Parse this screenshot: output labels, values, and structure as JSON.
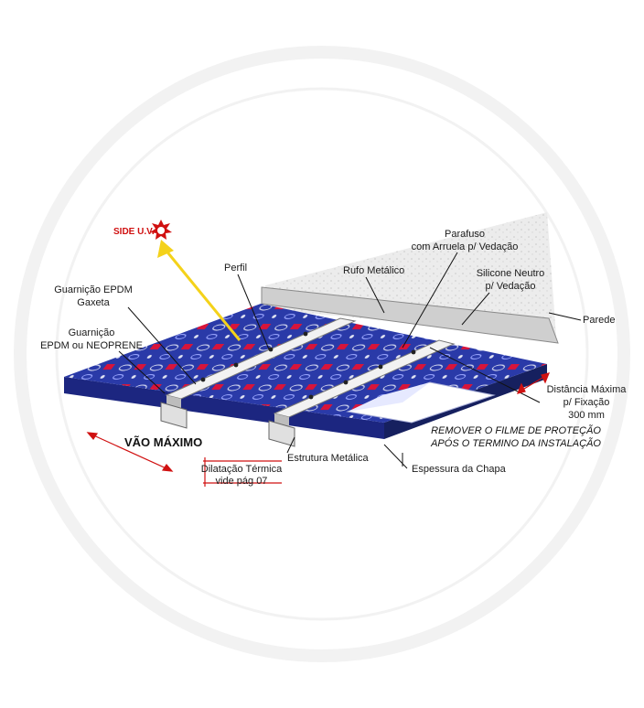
{
  "labels": {
    "side_uv": "SIDE U.V.",
    "perfil": "Perfil",
    "guarnicao_epdm_1": "Guarnição EPDM",
    "guarnicao_epdm_2": "Gaxeta",
    "guarnicao_neo_1": "Guarnição",
    "guarnicao_neo_2": "EPDM ou NEOPRENE",
    "parafuso_1": "Parafuso",
    "parafuso_2": "com Arruela p/ Vedação",
    "rufo": "Rufo Metálico",
    "silicone_1": "Silicone Neutro",
    "silicone_2": "p/ Vedação",
    "parede": "Parede",
    "distancia_1": "Distância Máxima",
    "distancia_2": "p/ Fixação",
    "distancia_3": "300 mm",
    "remover_1": "REMOVER O FILME DE PROTEÇÃO",
    "remover_2": "APÓS O TERMINO DA INSTALAÇÃO",
    "vao": "VÃO MÁXIMO",
    "dilatacao_1": "Dilatação Térmica",
    "dilatacao_2": "vide pág 07",
    "estrutura": "Estrutura Metálica",
    "espessura": "Espessura da Chapa"
  },
  "colors": {
    "panel_blue": "#2a3aa8",
    "panel_dark": "#1c2680",
    "film_red": "#d8143a",
    "uv_arrow": "#f4d21a",
    "accent_red": "#d01010",
    "profile_white": "#f2f2f2",
    "wall": "#e6e6e6"
  }
}
